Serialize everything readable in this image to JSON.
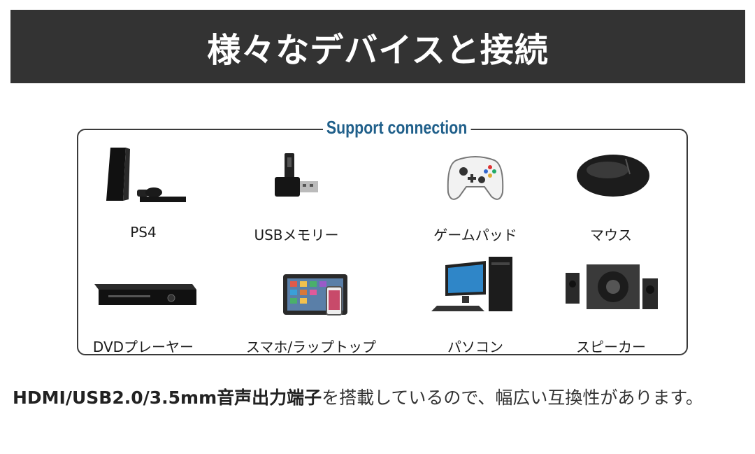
{
  "header": {
    "title": "様々なデバイスと接続"
  },
  "panel": {
    "legend": "Support connection"
  },
  "devices": [
    {
      "label": "PS4",
      "icon": "ps4-console-icon"
    },
    {
      "label": "USBメモリー",
      "icon": "usb-flash-drive-icon"
    },
    {
      "label": "ゲームパッド",
      "icon": "gamepad-icon"
    },
    {
      "label": "マウス",
      "icon": "mouse-icon"
    },
    {
      "label": "DVDプレーヤー",
      "icon": "dvd-player-icon"
    },
    {
      "label": "スマホ/ラップトップ",
      "icon": "phone-laptop-icon"
    },
    {
      "label": "パソコン",
      "icon": "desktop-pc-icon"
    },
    {
      "label": "スピーカー",
      "icon": "speaker-icon"
    }
  ],
  "description": {
    "bold": "HDMI/USB2.0/3.5mm音声出力端子",
    "rest": "を搭載しているので、幅広い互換性があります。"
  },
  "colors": {
    "header_bg": "#333333",
    "legend_text": "#1f5f8a"
  }
}
